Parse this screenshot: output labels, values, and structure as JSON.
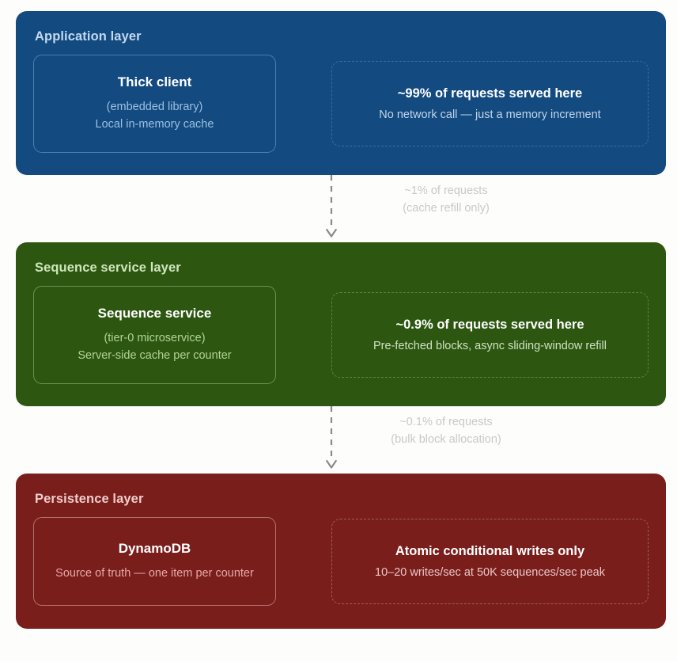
{
  "colors": {
    "background": "#fdfdfc",
    "application_layer": "#134a80",
    "sequence_layer": "#2d5711",
    "persistence_layer": "#7a1e1c",
    "connector_label": "#c9c9c7",
    "connector_line": "#8a8a88"
  },
  "layers": [
    {
      "id": "application",
      "title": "Application layer",
      "node": {
        "title": "Thick client",
        "lines": [
          "(embedded library)",
          "Local in-memory cache"
        ]
      },
      "stat": {
        "headline": "~99% of requests served here",
        "detail": "No network call — just a memory increment"
      }
    },
    {
      "id": "sequence-service",
      "title": "Sequence service layer",
      "node": {
        "title": "Sequence service",
        "lines": [
          "(tier-0 microservice)",
          "Server-side cache per counter"
        ]
      },
      "stat": {
        "headline": "~0.9% of requests served here",
        "detail": "Pre-fetched blocks, async sliding-window refill"
      }
    },
    {
      "id": "persistence",
      "title": "Persistence layer",
      "node": {
        "title": "DynamoDB",
        "lines": [
          "Source of truth — one item per counter"
        ]
      },
      "stat": {
        "headline": "Atomic conditional writes only",
        "detail": "10–20 writes/sec at 50K sequences/sec peak"
      }
    }
  ],
  "connectors": [
    {
      "id": "app-to-sequence",
      "icon": "down-arrow-dashed-icon",
      "label_primary": "~1% of requests",
      "label_secondary": "(cache refill only)"
    },
    {
      "id": "sequence-to-persistence",
      "icon": "down-arrow-dashed-icon",
      "label_primary": "~0.1% of requests",
      "label_secondary": "(bulk block allocation)"
    }
  ]
}
